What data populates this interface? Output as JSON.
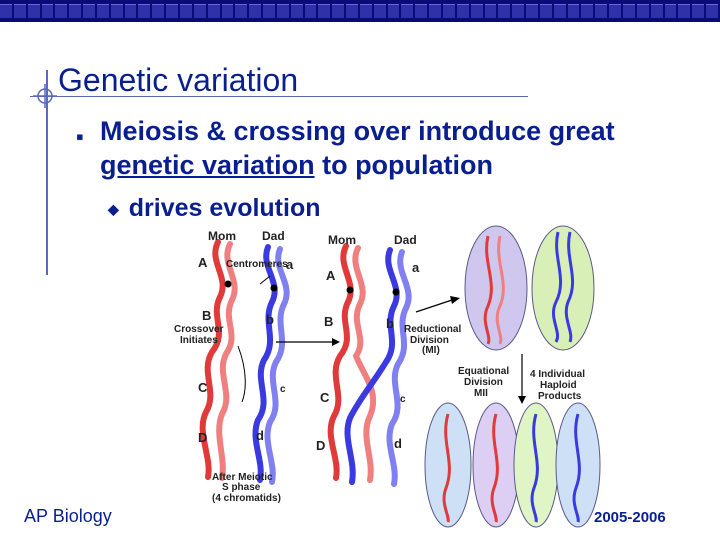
{
  "slide": {
    "title": "Genetic variation",
    "bullet1_part1": "Meiosis & crossing over introduce great ",
    "bullet1_underlined": "genetic variation",
    "bullet1_part2": " to population",
    "bullet2": "drives evolution",
    "footer_left": "AP Biology",
    "footer_right": "2005-2006"
  },
  "diagram": {
    "mom": "Mom",
    "dad": "Dad",
    "label_centromeres": "Centromeres",
    "label_crossover": "Crossover",
    "label_initiates": "Initiates",
    "label_reductional1": "Reductional",
    "label_reductional2": "Division",
    "label_reductional3": "(MI)",
    "label_equational1": "Equational",
    "label_equational2": "Division",
    "label_equational3": "MII",
    "label_products1": "4 Individual",
    "label_products2": "Haploid",
    "label_products3": "Products",
    "label_after1": "After Meiotic",
    "label_after2": "S phase",
    "label_after3": "(4 chromatids)",
    "allele_A": "A",
    "allele_a": "a",
    "allele_B": "B",
    "allele_b": "b",
    "allele_C": "C",
    "allele_c": "c",
    "allele_D": "D",
    "allele_d": "d"
  }
}
